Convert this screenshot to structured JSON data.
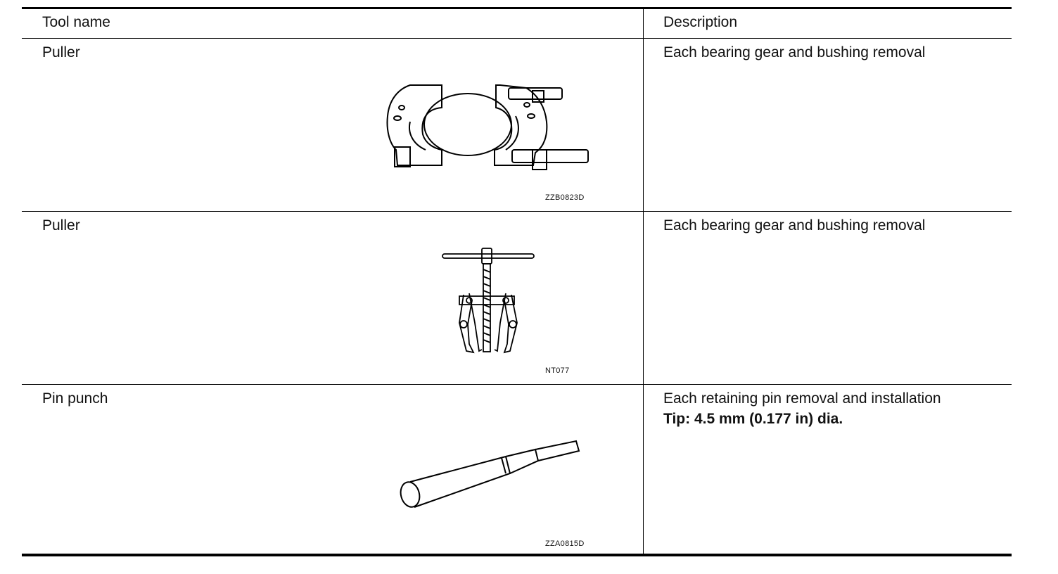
{
  "table": {
    "headers": {
      "tool_name": "Tool name",
      "description": "Description"
    },
    "rows": [
      {
        "tool_name": "Puller",
        "description": "Each bearing gear and bushing removal",
        "illustration_icon": "bearing-separator-puller-icon",
        "illustration_code": "ZZB0823D"
      },
      {
        "tool_name": "Puller",
        "description": "Each bearing gear and bushing removal",
        "illustration_icon": "jaw-puller-icon",
        "illustration_code": "NT077"
      },
      {
        "tool_name": "Pin punch",
        "description": "Each retaining pin removal and installation",
        "description_note": "Tip: 4.5 mm (0.177 in) dia.",
        "illustration_icon": "pin-punch-icon",
        "illustration_code": "ZZA0815D"
      }
    ]
  }
}
